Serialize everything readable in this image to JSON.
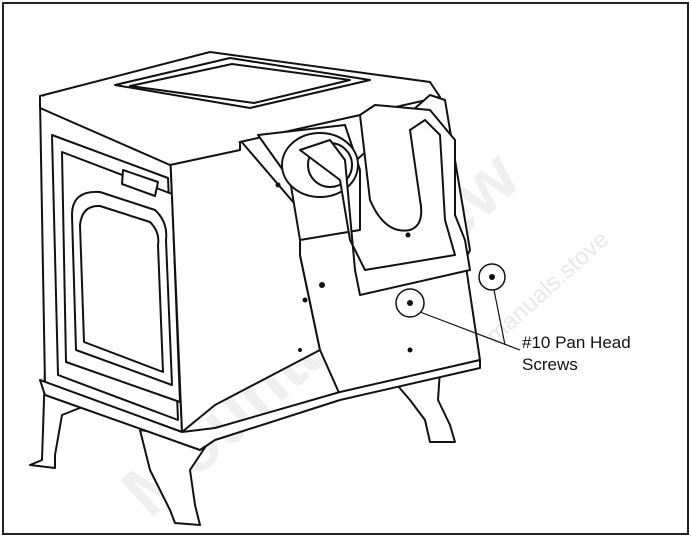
{
  "diagram": {
    "callout": {
      "line1": "#10 Pan Head",
      "line2": "Screws"
    },
    "watermark": {
      "main": "Mountain View",
      "secondary": "manuals.stove"
    },
    "colors": {
      "line": "#111111",
      "fill": "#ffffff",
      "watermark": "#eeeeee"
    }
  }
}
